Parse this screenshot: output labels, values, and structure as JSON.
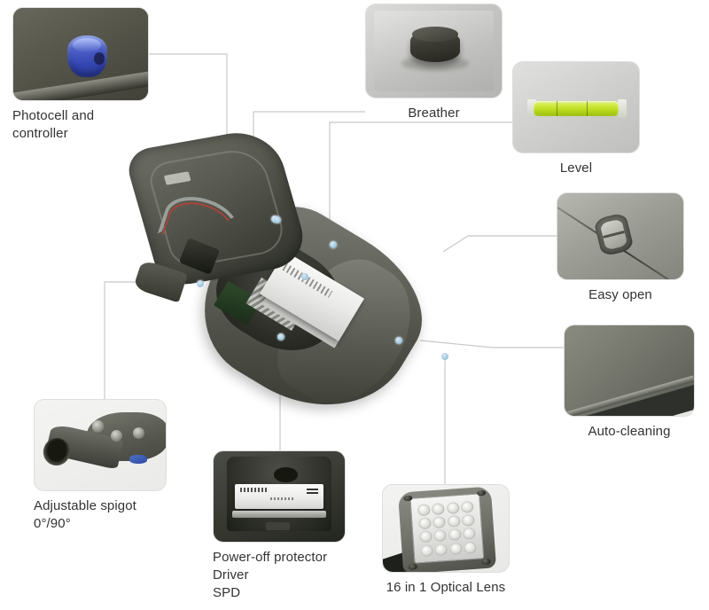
{
  "diagram": {
    "title": "LED Street Light Feature Callout Diagram",
    "background_color": "#ffffff",
    "leader_line_color": "#c8c8c8",
    "anchor_dot_color": "#a8cde2",
    "caption_color": "#333333"
  },
  "callouts": [
    {
      "id": "photocell",
      "label": "Photocell and\ncontroller",
      "align": "left",
      "thumb": "photocell-receptacle-photo",
      "colors": {
        "accent": "#3447b3",
        "surface": "#55554a"
      }
    },
    {
      "id": "breather",
      "label": "Breather",
      "align": "center",
      "thumb": "breather-cap-photo",
      "colors": {
        "accent": "#26261f",
        "surface": "#c5c5c3"
      }
    },
    {
      "id": "level",
      "label": "Level",
      "align": "center",
      "thumb": "bubble-level-vial-photo",
      "colors": {
        "accent": "#c9e632",
        "surface": "#cfcfcd"
      }
    },
    {
      "id": "easy-open",
      "label": "Easy open",
      "align": "center",
      "thumb": "latch-mechanism-photo",
      "colors": {
        "accent": "#4a4c45",
        "surface": "#9a9c94"
      }
    },
    {
      "id": "auto-cleaning",
      "label": "Auto-cleaning",
      "align": "center",
      "thumb": "smooth-housing-surface-photo",
      "colors": {
        "accent": "#696b62",
        "surface": "#e6e6e4"
      }
    },
    {
      "id": "adjustable-spigot",
      "label": "Adjustable spigot\n0°/90°",
      "align": "left",
      "thumb": "adjustable-spigot-photo",
      "colors": {
        "accent": "#45463e",
        "surface": "#eaeae8"
      }
    },
    {
      "id": "power-off-protector",
      "label": "Power-off protector\nDriver\nSPD",
      "align": "left",
      "thumb": "driver-compartment-photo",
      "colors": {
        "accent": "#fbfbf9",
        "surface": "#2b2d26"
      }
    },
    {
      "id": "optical-lens",
      "label": "16 in 1 Optical Lens",
      "align": "center",
      "thumb": "led-optical-lens-panel-photo",
      "colors": {
        "accent": "#e2e2e0",
        "surface": "#6e7067"
      }
    }
  ],
  "product": {
    "name": "led-street-light-open-housing",
    "description": "LED street light luminaire shown with the top cover hinged open revealing the internal driver, wiring harness and gear tray",
    "led_count_label": "16 in 1"
  }
}
